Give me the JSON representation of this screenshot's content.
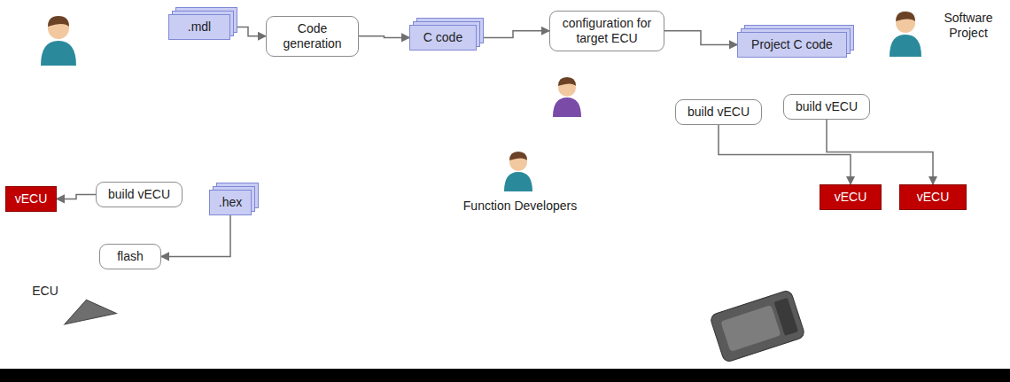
{
  "diagram": {
    "nodes": [
      {
        "text": [
          ".mdl"
        ]
      },
      {
        "text": [
          "Code generation"
        ]
      },
      {
        "text": [
          "C code"
        ]
      },
      {
        "text": [
          "configuration for target ECU"
        ]
      },
      {
        "text": [
          "Project C code"
        ]
      },
      {
        "text": [
          "build vECU"
        ]
      },
      {
        "text": [
          "build vECU"
        ]
      },
      {
        "text": [
          "vECU"
        ]
      },
      {
        "text": [
          "vECU"
        ]
      },
      {
        "text": [
          "vECU"
        ]
      },
      {
        "text": [
          "build vECU"
        ]
      },
      {
        "text": [
          ".hex"
        ]
      },
      {
        "text": [
          "flash"
        ]
      }
    ],
    "edges": [
      {
        "from": 0,
        "to": 1,
        "arrow": "to"
      },
      {
        "from": 1,
        "to": 2,
        "arrow": "to"
      },
      {
        "from": 2,
        "to": 3,
        "arrow": "to"
      },
      {
        "from": 3,
        "to": 4,
        "arrow": "to"
      },
      {
        "from": 5,
        "to": 7,
        "arrow": "to"
      },
      {
        "from": 6,
        "to": 8,
        "arrow": "to"
      },
      {
        "from": 10,
        "to": 9,
        "arrow": "to"
      },
      {
        "from": 11,
        "to": 12,
        "arrow": "to"
      }
    ],
    "labels": [
      "Software Project",
      "Function Developers",
      "ECU"
    ]
  }
}
